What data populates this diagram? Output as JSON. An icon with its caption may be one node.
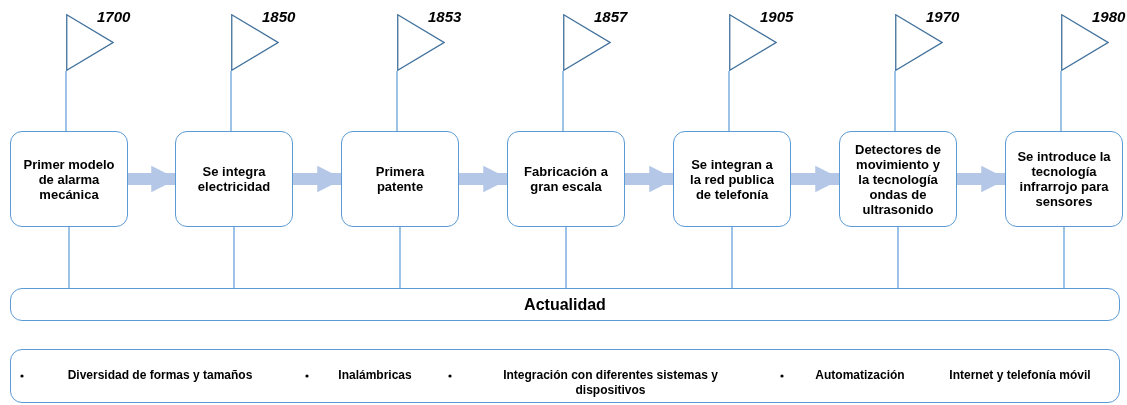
{
  "diagram": {
    "nodes": [
      {
        "text": [],
        "shape": "flag",
        "beside": [
          "1700"
        ]
      },
      {
        "text": [],
        "shape": "flag",
        "beside": [
          "1850"
        ]
      },
      {
        "text": [],
        "shape": "flag",
        "beside": [
          "1853"
        ]
      },
      {
        "text": [],
        "shape": "flag",
        "beside": [
          "1857"
        ]
      },
      {
        "text": [],
        "shape": "flag",
        "beside": [
          "1905"
        ]
      },
      {
        "text": [],
        "shape": "flag",
        "beside": [
          "1970"
        ]
      },
      {
        "text": [],
        "shape": "flag",
        "beside": [
          "1980"
        ]
      },
      {
        "text": [
          "Primer modelo de alarma mecánica"
        ]
      },
      {
        "text": [
          "Se integra electricidad"
        ]
      },
      {
        "text": [
          "Primera patente"
        ]
      },
      {
        "text": [
          "Fabricación a gran escala"
        ]
      },
      {
        "text": [
          "Se integran a la red publica de telefonía"
        ]
      },
      {
        "text": [
          "Detectores de movimiento y la tecnología ondas de ultrasonido"
        ]
      },
      {
        "text": [
          "Se introduce la tecnología infrarrojo para sensores"
        ]
      },
      {
        "text": [
          "Actualidad"
        ]
      },
      {
        "text": [
          "Diversidad de formas y tamaños",
          "Inalámbricas",
          "Integración con diferentes sistemas y dispositivos",
          "Automatización",
          "Internet y telefonía móvil"
        ]
      }
    ],
    "edges": [
      {
        "from": 0,
        "to": 7,
        "arrow": "none"
      },
      {
        "from": 1,
        "to": 8,
        "arrow": "none"
      },
      {
        "from": 2,
        "to": 9,
        "arrow": "none"
      },
      {
        "from": 3,
        "to": 10,
        "arrow": "none"
      },
      {
        "from": 4,
        "to": 11,
        "arrow": "none"
      },
      {
        "from": 5,
        "to": 12,
        "arrow": "none"
      },
      {
        "from": 6,
        "to": 13,
        "arrow": "none"
      },
      {
        "from": 7,
        "to": 8,
        "arrow": "to",
        "style": "thick",
        "color": "#b4c7e7"
      },
      {
        "from": 8,
        "to": 9,
        "arrow": "to",
        "style": "thick",
        "color": "#b4c7e7"
      },
      {
        "from": 9,
        "to": 10,
        "arrow": "to",
        "style": "thick",
        "color": "#b4c7e7"
      },
      {
        "from": 10,
        "to": 11,
        "arrow": "to",
        "style": "thick",
        "color": "#b4c7e7"
      },
      {
        "from": 11,
        "to": 12,
        "arrow": "to",
        "style": "thick",
        "color": "#b4c7e7"
      },
      {
        "from": 12,
        "to": 13,
        "arrow": "to",
        "style": "thick",
        "color": "#b4c7e7"
      },
      {
        "from": 7,
        "to": 14,
        "arrow": "none"
      },
      {
        "from": 8,
        "to": 14,
        "arrow": "none"
      },
      {
        "from": 9,
        "to": 14,
        "arrow": "none"
      },
      {
        "from": 10,
        "to": 14,
        "arrow": "none"
      },
      {
        "from": 11,
        "to": 14,
        "arrow": "none"
      },
      {
        "from": 12,
        "to": 14,
        "arrow": "none"
      },
      {
        "from": 13,
        "to": 14,
        "arrow": "none"
      }
    ]
  }
}
